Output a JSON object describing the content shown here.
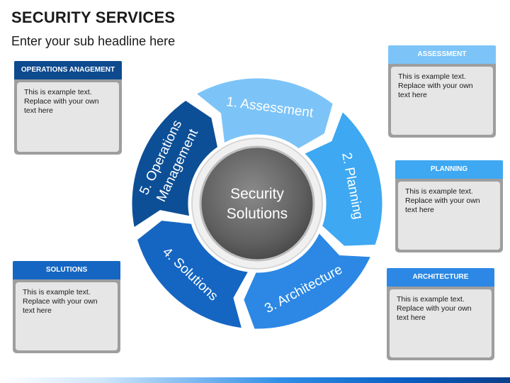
{
  "header": {
    "title": "SECURITY SERVICES",
    "subtitle": "Enter your sub headline here"
  },
  "cycle": {
    "center_line1": "Security",
    "center_line2": "Solutions",
    "segments": [
      {
        "label": "1. Assessment",
        "color": "#7cc4f8"
      },
      {
        "label": "2. Planning",
        "color": "#3ea8f2"
      },
      {
        "label": "3. Architecture",
        "color": "#2c88e4"
      },
      {
        "label": "4. Solutions",
        "color": "#1566c2"
      },
      {
        "label": "5. Operations",
        "label2": "Management",
        "color": "#0d4f96"
      }
    ]
  },
  "cards": {
    "operations": {
      "header": "OPERATIONS  ANAGEMENT",
      "color": "#0d4a8e",
      "text": [
        "This is example text.",
        "Replace with your own",
        "text here"
      ]
    },
    "assessment": {
      "header": "ASSESSMENT",
      "color": "#7cc4f8",
      "text": [
        "This is example text.",
        "Replace with your own",
        "text here"
      ]
    },
    "planning": {
      "header": "PLANNING",
      "color": "#3ea8f2",
      "text": [
        "This is example text.",
        "Replace with your own",
        "text here"
      ]
    },
    "solutions": {
      "header": "SOLUTIONS",
      "color": "#1566c2",
      "text": [
        "This is example text.",
        "Replace with your own",
        "text here"
      ]
    },
    "architecture": {
      "header": "ARCHITECTURE",
      "color": "#2c88e4",
      "text": [
        "This is example text.",
        "Replace with your own",
        "text here"
      ]
    }
  }
}
